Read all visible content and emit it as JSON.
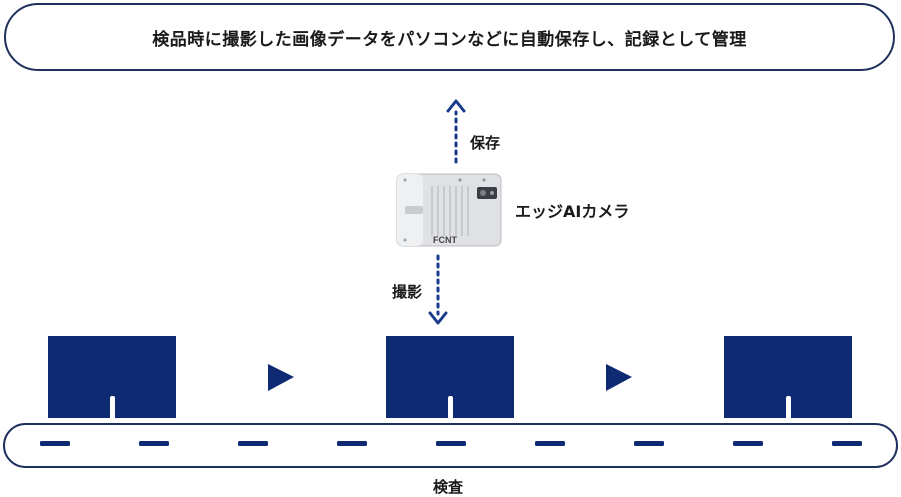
{
  "banner": {
    "text": "検品時に撮影した画像データをパソコンなどに自動保存し、記録として管理"
  },
  "flow": {
    "save_label": "保存",
    "camera_label": "エッジAIカメラ",
    "shoot_label": "撮影",
    "inspection_label": "検査"
  },
  "camera": {
    "brand_text": "FCNT"
  },
  "colors": {
    "navy": "#0d2a73",
    "outline": "#1f2f5e",
    "dots": "#1a3a8c"
  }
}
